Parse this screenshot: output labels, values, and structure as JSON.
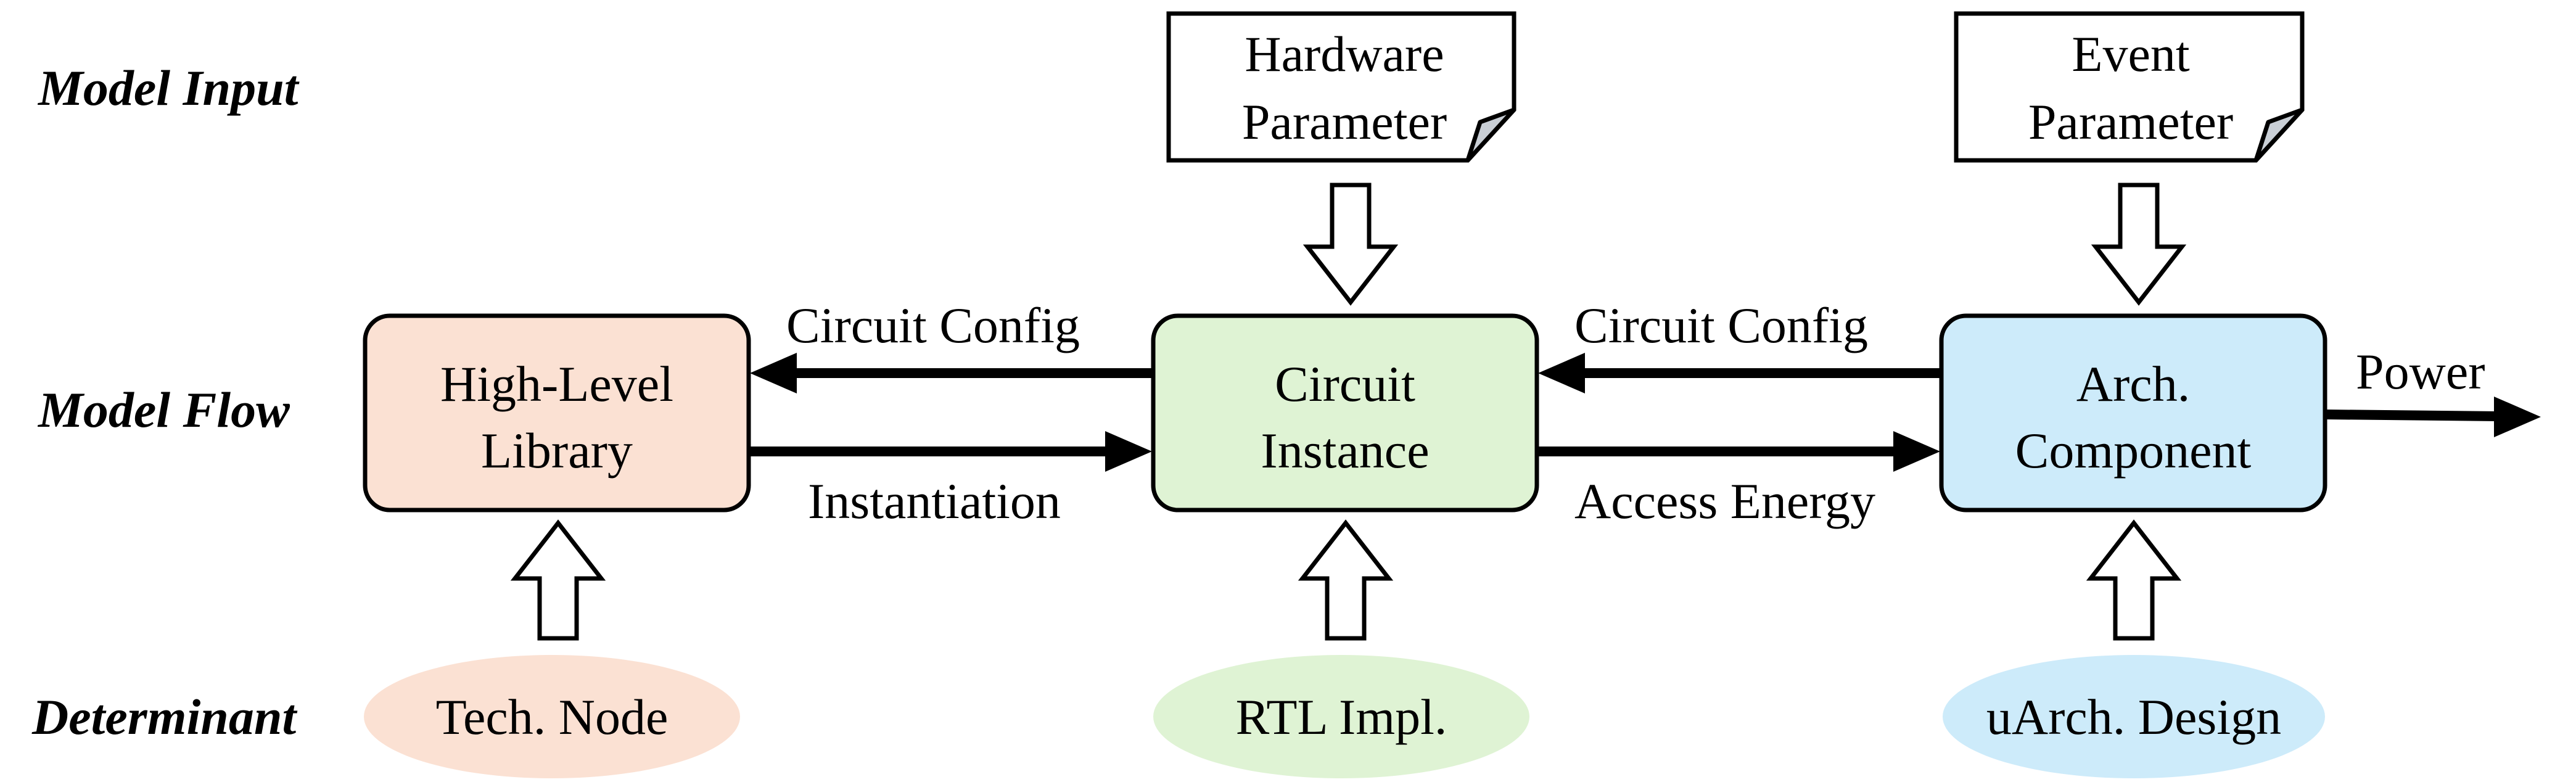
{
  "row_labels": {
    "model_input": "Model Input",
    "model_flow": "Model Flow",
    "determinant": "Determinant"
  },
  "inputs": {
    "hardware": {
      "line1": "Hardware",
      "line2": "Parameter"
    },
    "event": {
      "line1": "Event",
      "line2": "Parameter"
    }
  },
  "boxes": {
    "library": {
      "line1": "High-Level",
      "line2": "Library",
      "fill": "#fbe1d3"
    },
    "circuit": {
      "line1": "Circuit",
      "line2": "Instance",
      "fill": "#dff3d4"
    },
    "arch": {
      "line1": "Arch.",
      "line2": "Component",
      "fill": "#cdebfa"
    }
  },
  "edges": {
    "config_left": "Circuit Config",
    "instantiation": "Instantiation",
    "config_right": "Circuit Config",
    "access_energy": "Access Energy",
    "power": "Power"
  },
  "determinants": {
    "tech": {
      "label": "Tech. Node",
      "fill": "#fbe1d3"
    },
    "rtl": {
      "label": "RTL Impl.",
      "fill": "#dff3d4"
    },
    "uarch": {
      "label": "uArch. Design",
      "fill": "#cdebfa"
    }
  }
}
